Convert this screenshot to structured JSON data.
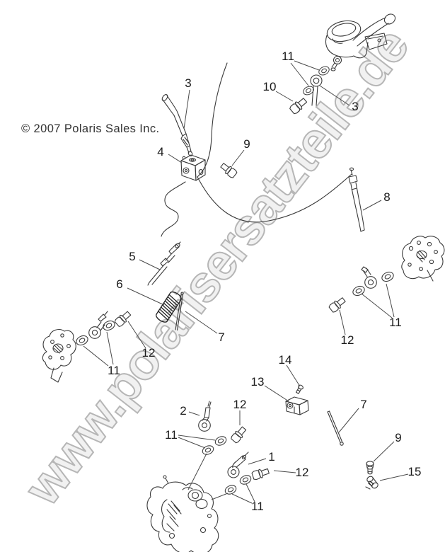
{
  "copyright": "© 2007 Polaris Sales Inc.",
  "watermark": "www.polarisersatzteile.de",
  "callouts": {
    "c1": "1",
    "c2": "2",
    "c3_left": "3",
    "c3_right": "3",
    "c4": "4",
    "c5": "5",
    "c6": "6",
    "c7_left": "7",
    "c7_right": "7",
    "c8": "8",
    "c9_top": "9",
    "c9_bottom": "9",
    "c10": "10",
    "c11_top": "11",
    "c11_left": "11",
    "c11_midright": "11",
    "c11_center": "11",
    "c11_bottom": "11",
    "c12_left": "12",
    "c12_midright": "12",
    "c12_center": "12",
    "c12_bottomright": "12",
    "c13": "13",
    "c14": "14",
    "c15": "15"
  },
  "colors": {
    "background": "#ffffff",
    "line_art": "#3a3a3a",
    "label_text": "#1a1a1a",
    "watermark_fill": "#f1f1f1",
    "watermark_stroke": "#b6b6b6"
  }
}
